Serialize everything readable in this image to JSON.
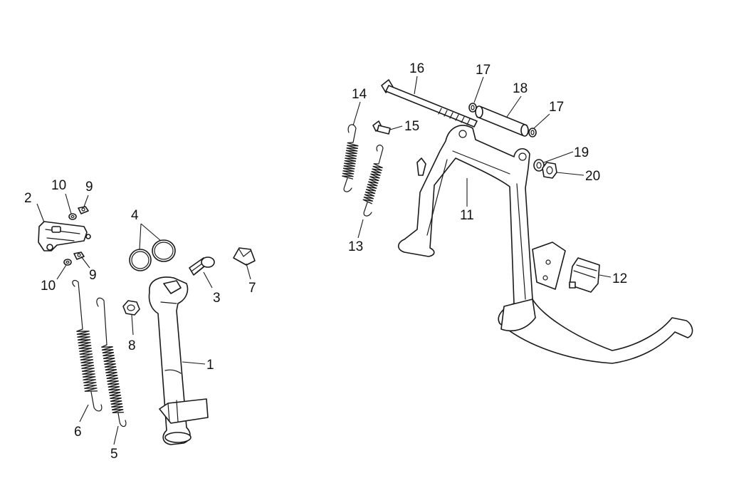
{
  "diagram": {
    "callouts": {
      "c1": "1",
      "c2": "2",
      "c3": "3",
      "c4": "4",
      "c5": "5",
      "c6": "6",
      "c7": "7",
      "c8": "8",
      "c9a": "9",
      "c9b": "9",
      "c10a": "10",
      "c10b": "10",
      "c11": "11",
      "c12": "12",
      "c13": "13",
      "c14": "14",
      "c15": "15",
      "c16": "16",
      "c17a": "17",
      "c17b": "17",
      "c18": "18",
      "c19": "19",
      "c20": "20"
    },
    "line_color": "#1a1a1a",
    "background": "#ffffff"
  }
}
